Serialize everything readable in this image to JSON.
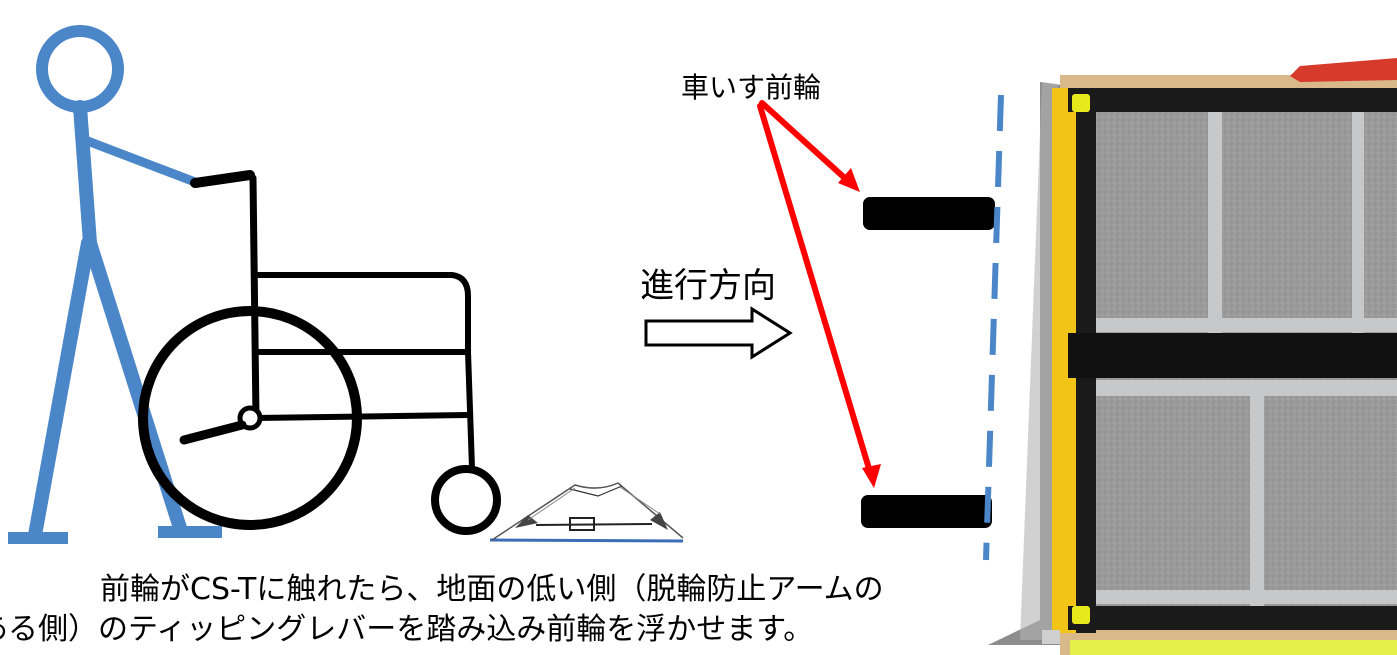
{
  "labels": {
    "front_wheel": "車いす前輪",
    "direction": "進行方向"
  },
  "caption": {
    "line1": "前輪がCS-Tに触れたら、地面の低い側（脱輪防止アームの",
    "line2": "ある側）のティッピングレバーを踏み込み前輪を浮かせます。"
  },
  "colors": {
    "person": "#4a86c8",
    "wheelchair": "#000000",
    "arrow": "#ff0000",
    "guide_line": "#4a86c8",
    "ramp_frame": "#f2c418",
    "ramp_surface": "#9a9a9a"
  }
}
